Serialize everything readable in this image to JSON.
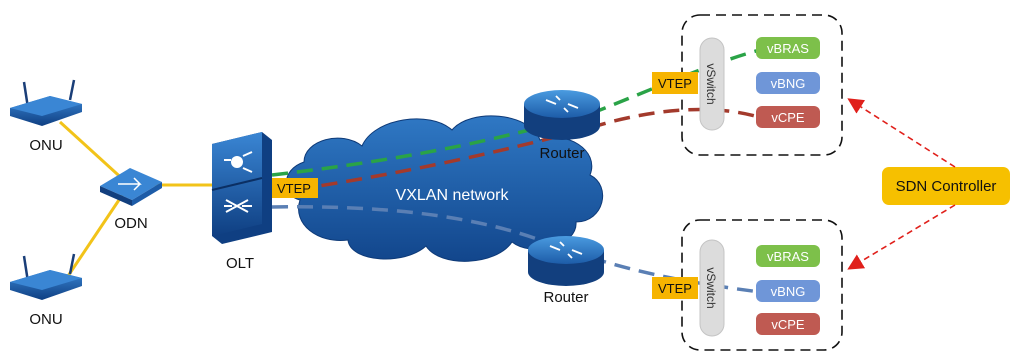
{
  "nodes": {
    "onu_top": "ONU",
    "onu_bottom": "ONU",
    "odn": "ODN",
    "olt": "OLT",
    "router_top": "Router",
    "router_bottom": "Router",
    "cloud": "VXLAN network",
    "sdn_controller": "SDN Controller"
  },
  "vtep_label": "VTEP",
  "vswitch_label": "vSwitch",
  "server_top": {
    "vtep": "VTEP",
    "vswitch": "vSwitch",
    "vnfs": [
      "vBRAS",
      "vBNG",
      "vCPE"
    ]
  },
  "server_bottom": {
    "vtep": "VTEP",
    "vswitch": "vSwitch",
    "vnfs": [
      "vBRAS",
      "vBNG",
      "vCPE"
    ]
  },
  "colors": {
    "device_blue": "#1f5fa8",
    "fiber": "#f2c319",
    "vtep": "#f6b400",
    "sdn": "#f6c000",
    "vbras": "#7dc04a",
    "vbng": "#6f96d8",
    "vcpe": "#bf5a52",
    "tunnel_green": "#2aa347",
    "tunnel_red": "#a33a2c",
    "tunnel_blue": "#5a7fb4",
    "control_red": "#e0201b"
  }
}
